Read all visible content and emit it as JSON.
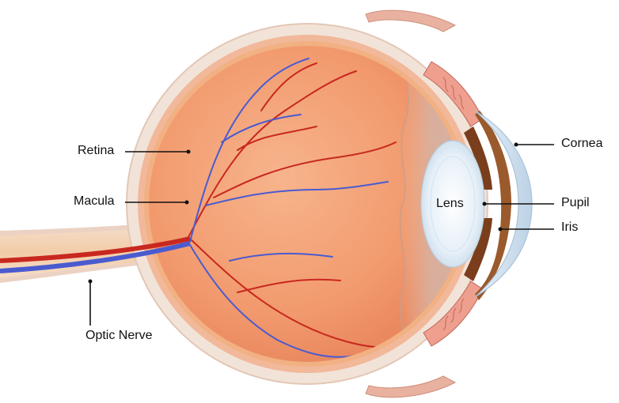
{
  "diagram": {
    "labels": {
      "retina": "Retina",
      "macula": "Macula",
      "optic_nerve": "Optic Nerve",
      "cornea": "Cornea",
      "pupil": "Pupil",
      "iris": "Iris",
      "lens": "Lens"
    }
  },
  "colors": {
    "sclera": "#f1e1d6",
    "retina_layer": "#f2b183",
    "vitreous": "#f29a6e",
    "vessel_artery": "#c8281f",
    "vessel_vein": "#4a5bd0",
    "cornea": "#dbe9f5",
    "iris": "#8a4a22",
    "lens": "#e9f1f8",
    "leader_line": "#111111"
  }
}
